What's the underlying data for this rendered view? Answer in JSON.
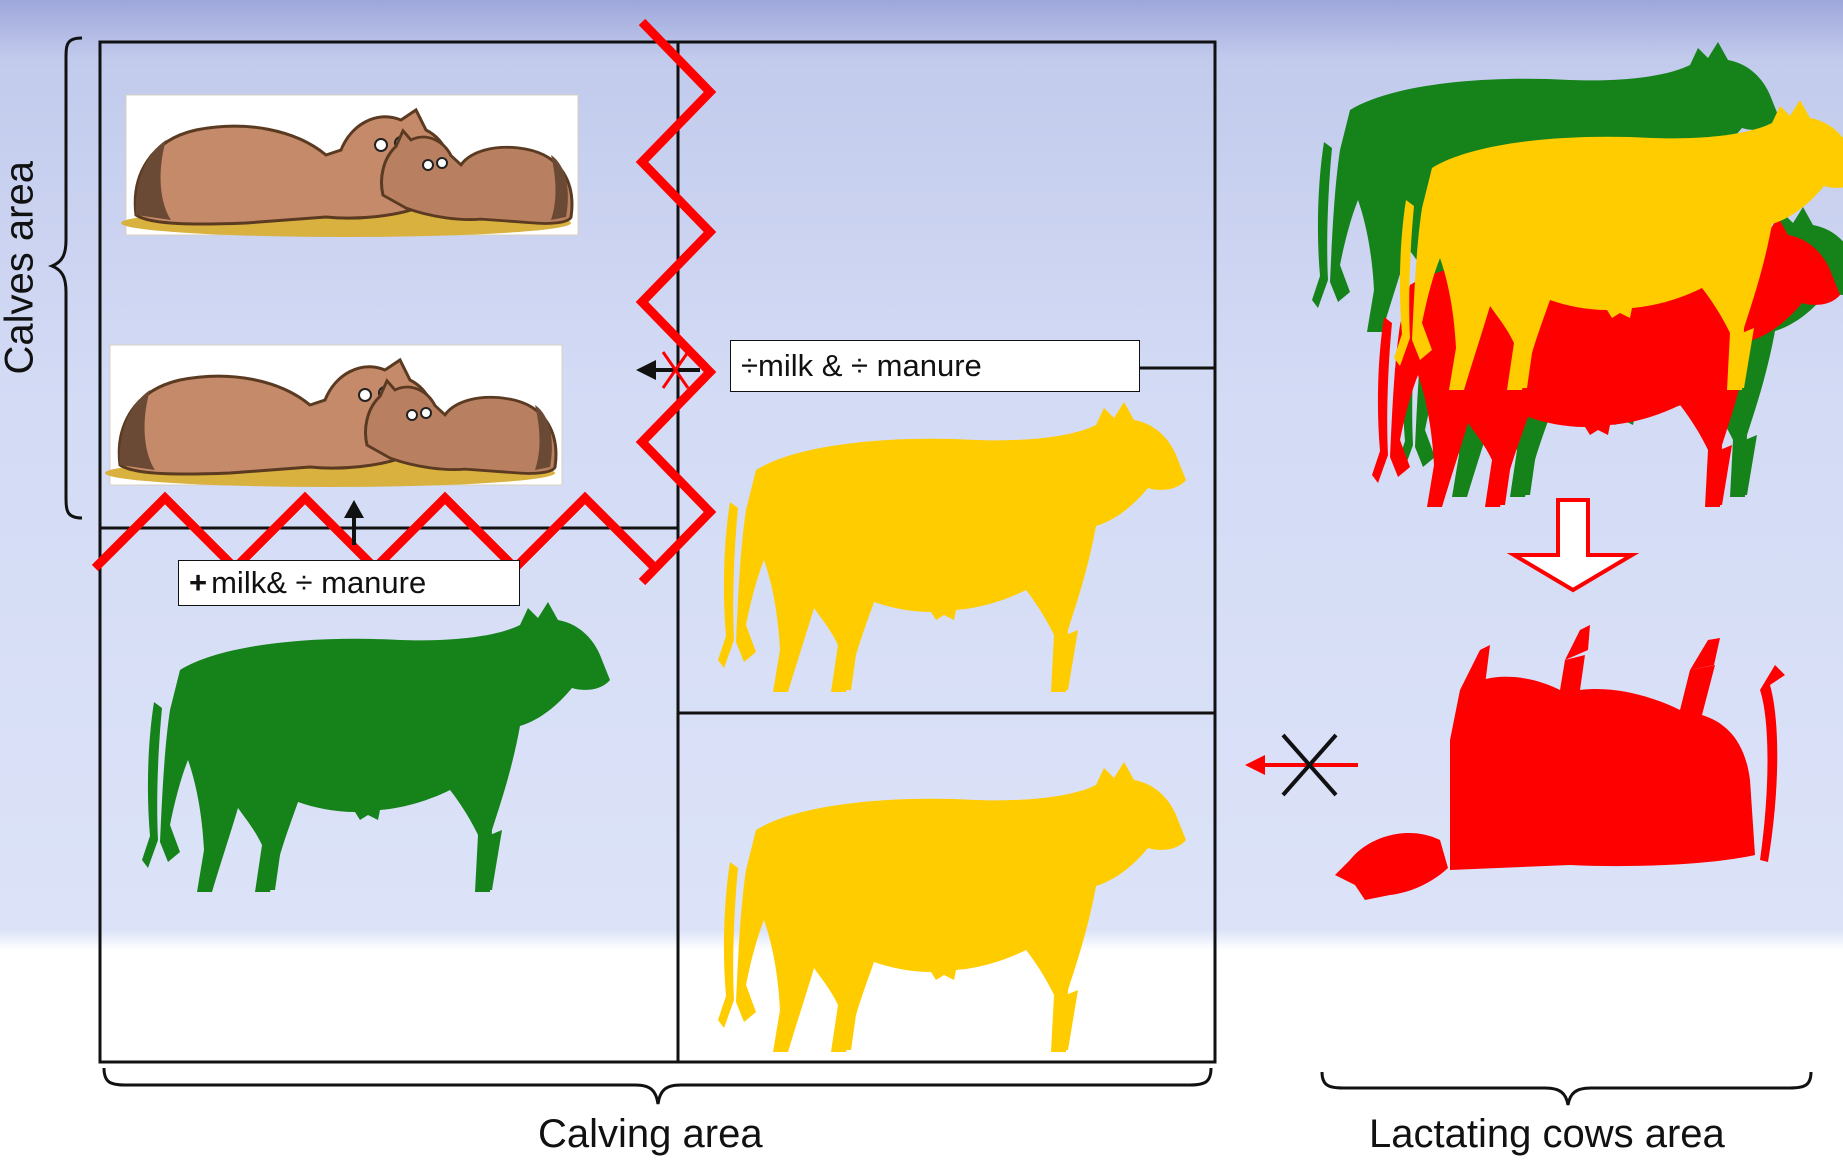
{
  "labels": {
    "calves_area": "Calves area",
    "calving_area": "Calving area",
    "lactating_area": "Lactating cows area"
  },
  "callouts": {
    "milk_manure_both": {
      "symbol": "÷",
      "text": "milk & ÷ manure"
    },
    "milk_manure_mixed": {
      "symbol": "+",
      "text": " milk& ÷ manure"
    }
  },
  "colors": {
    "background_top": "#9ea7da",
    "background_light": "#dce3f8",
    "healthy_green": "#15831a",
    "suspect_yellow": "#ffcc00",
    "sick_red": "#ff0000",
    "calf_brown": "#c58a6a",
    "barrier_red": "#ff0000",
    "pen_line": "#111111"
  },
  "icons": [
    "calf-pair-icon",
    "cow-silhouette-icon",
    "dead-cow-icon",
    "barrier-zigzag-icon",
    "blocked-cross-icon",
    "hollow-down-arrow-icon",
    "curly-brace-icon"
  ]
}
